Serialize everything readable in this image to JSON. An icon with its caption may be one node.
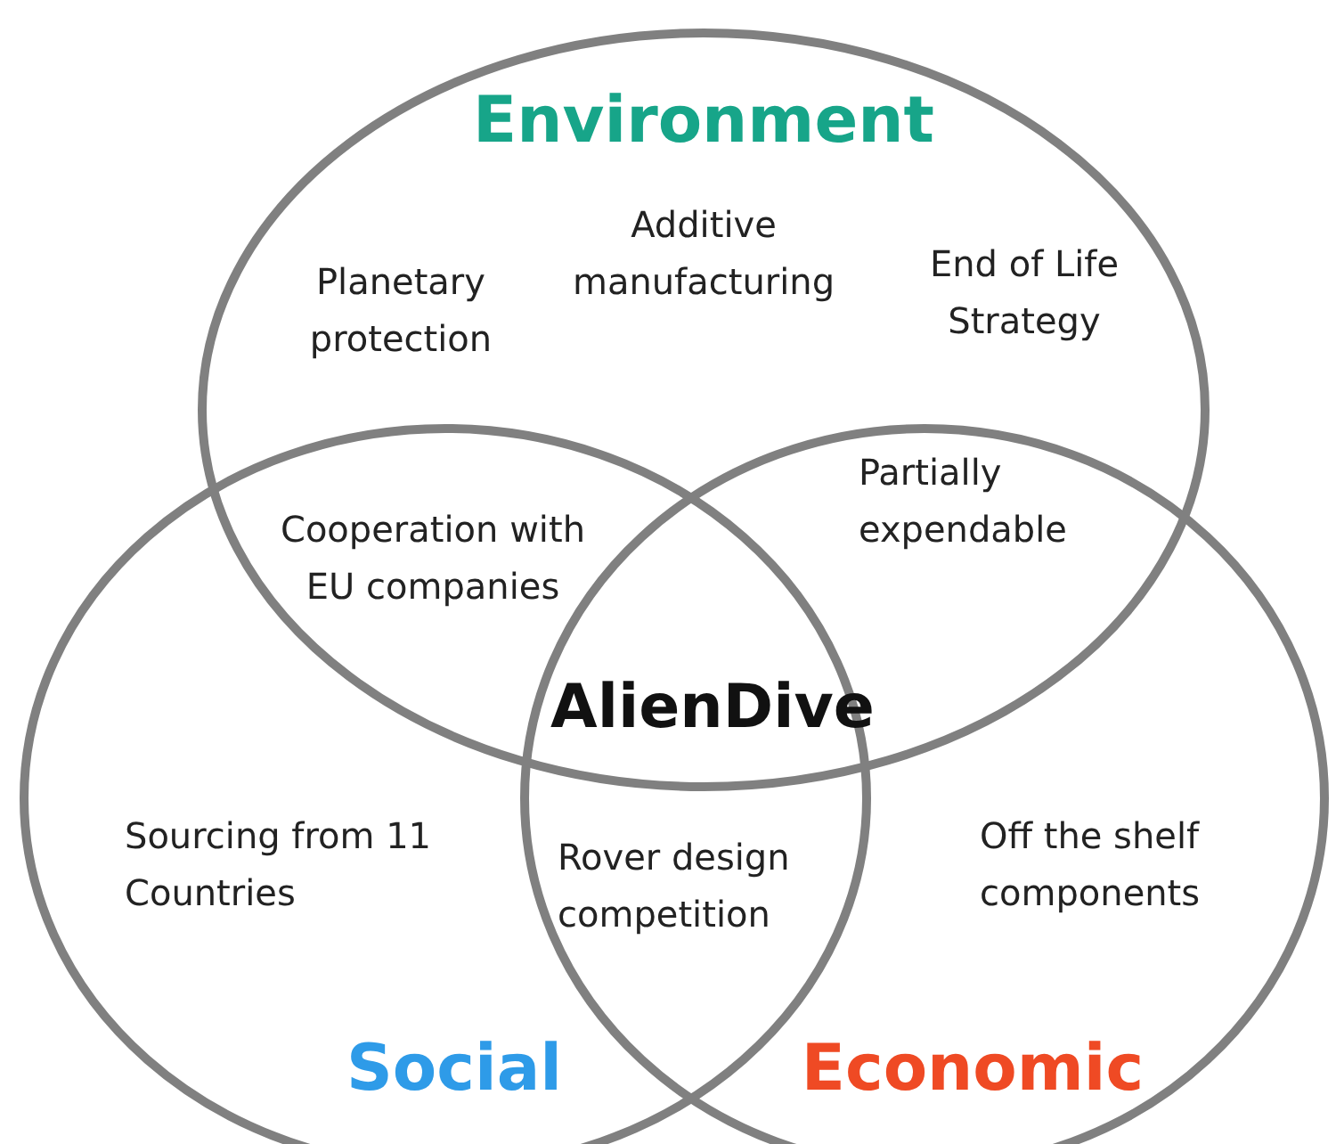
{
  "diagram": {
    "nodes": [
      {
        "text": [
          "Environment"
        ]
      },
      {
        "text": [
          "Social"
        ]
      },
      {
        "text": [
          "Economic"
        ]
      }
    ],
    "edges": [],
    "labels": [
      "Additive manufacturing",
      "Planetary protection",
      "End of Life Strategy",
      "Partially expendable",
      "Cooperation with EU companies",
      "AlienDive",
      "Sourcing from 11 Countries",
      "Rover design competition",
      "Off the shelf components"
    ]
  }
}
